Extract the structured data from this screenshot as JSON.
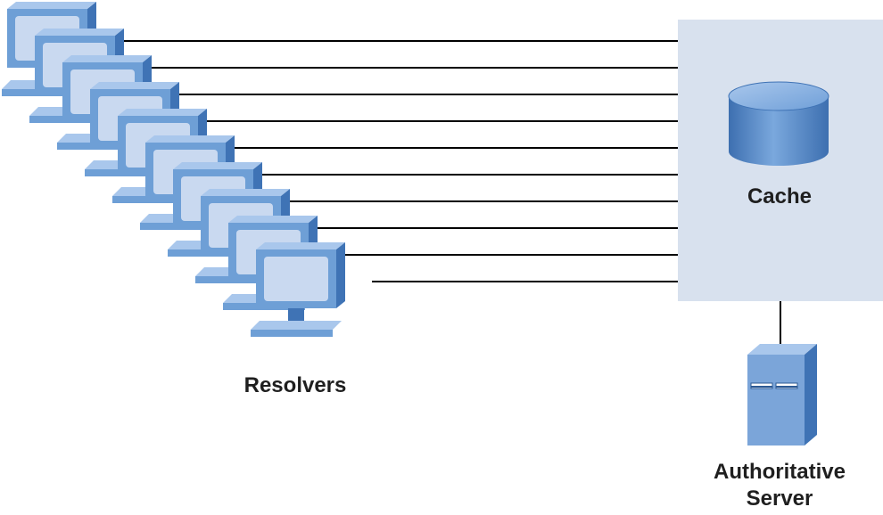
{
  "diagram": {
    "resolvers_label": "Resolvers",
    "cache_label": "Cache",
    "server_label_line1": "Authoritative",
    "server_label_line2": "Server",
    "resolver_count": 10
  },
  "colors": {
    "background": "#ffffff",
    "cache_box": "#d8e1ee",
    "connector_line": "#000000",
    "monitor_body": "#6e9fd6",
    "monitor_side": "#3f73b5",
    "monitor_screen": "#c9d9f0",
    "cylinder": "#4f86c9",
    "server_body": "#7ba5d9"
  },
  "icons": [
    "computer-monitor-icon",
    "database-cylinder-icon",
    "server-tower-icon"
  ]
}
